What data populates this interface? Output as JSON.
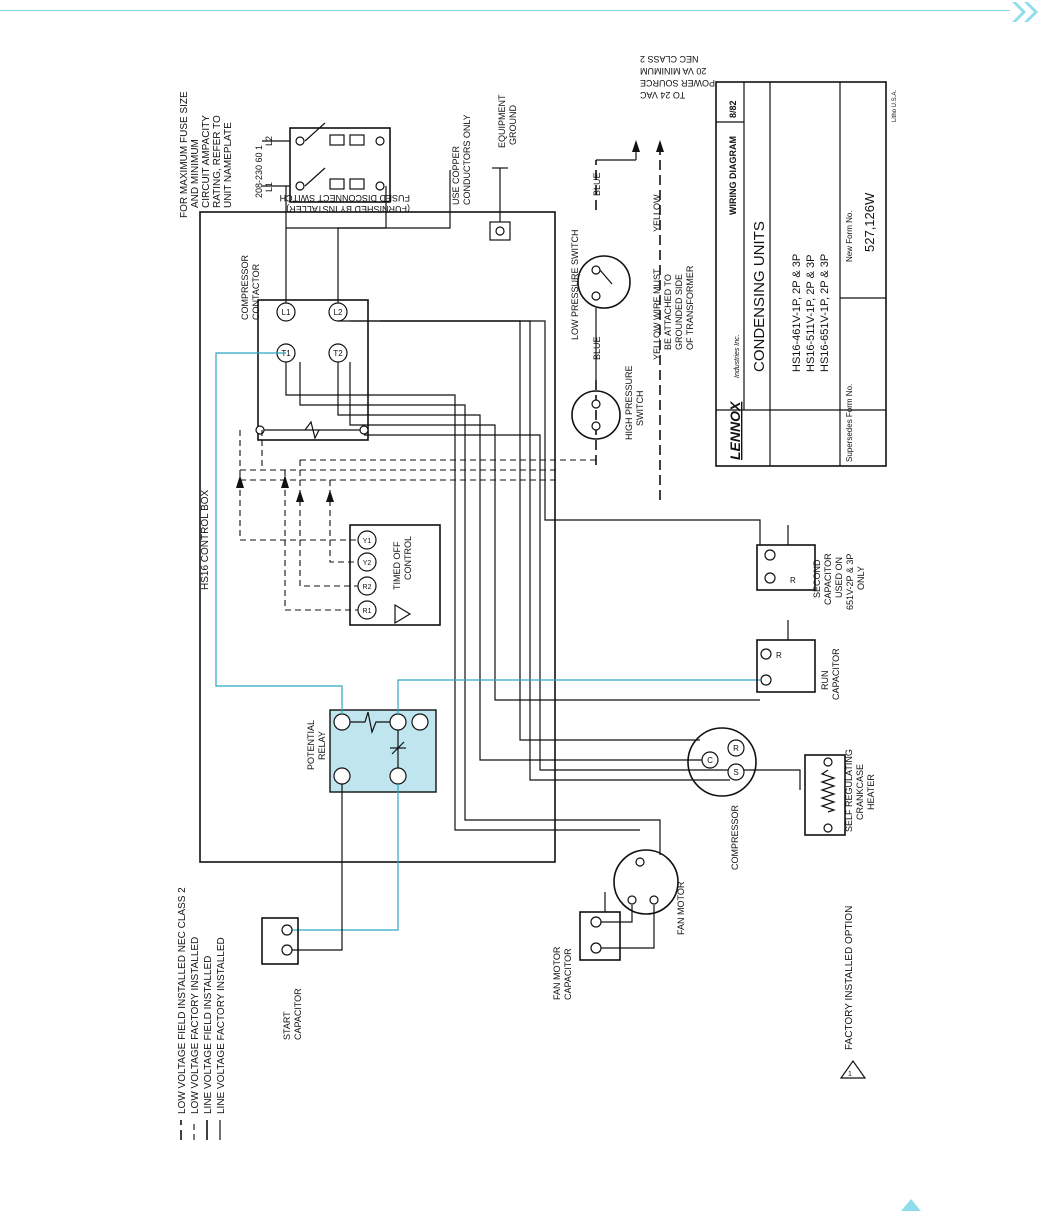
{
  "legend": {
    "items": [
      "LOW VOLTAGE FIELD INSTALLED NEC CLASS 2",
      "LOW VOLTAGE FACTORY INSTALLED",
      "LINE VOLTAGE FIELD INSTALLED",
      "LINE VOLTAGE FACTORY INSTALLED"
    ],
    "factory_option": "FACTORY INSTALLED OPTION",
    "factory_option_symbol": "1"
  },
  "labels": {
    "fuse_note_1": "FOR MAXIMUM FUSE SIZE",
    "fuse_note_2": "AND MINIMUM",
    "fuse_note_3": "CIRCUIT AMPACITY",
    "fuse_note_4": "RATING, REFER TO",
    "fuse_note_5": "UNIT NAMEPLATE",
    "supply_voltage": "208-230 60 1",
    "l1": "L1",
    "l2": "L2",
    "disconnect_1": "FUSED DISCONNECT SWITCH",
    "disconnect_2": "(FURNISHED BY INSTALLER)",
    "copper_1": "USE COPPER",
    "copper_2": "CONDUCTORS ONLY",
    "ground_1": "EQUIPMENT",
    "ground_2": "GROUND",
    "power_1": "TO 24 VAC",
    "power_2": "POWER SOURCE",
    "power_3": "20 VA MINIMUM",
    "power_4": "NEC CLASS 2",
    "blue_1": "BLUE",
    "blue_2": "BLUE",
    "yellow": "YELLOW",
    "yellow_note_1": "YELLOW WIRE MUST",
    "yellow_note_2": "BE ATTACHED TO",
    "yellow_note_3": "GROUNDED SIDE",
    "yellow_note_4": "OF TRANSFORMER",
    "low_pressure": "LOW PRESSURE SWITCH",
    "high_pressure_1": "HIGH PRESSURE",
    "high_pressure_2": "SWITCH",
    "contactor_1": "COMPRESSOR",
    "contactor_2": "CONTACTOR",
    "t1": "T1",
    "t2": "T2",
    "cl1": "L1",
    "cl2": "L2",
    "control_box": "HS16 CONTROL BOX",
    "timed_off_1": "TIMED OFF",
    "timed_off_2": "CONTROL",
    "r1": "R1",
    "r2": "R2",
    "y2": "Y2",
    "y1": "Y1",
    "potential_1": "POTENTIAL",
    "potential_2": "RELAY",
    "second_cap_1": "SECOND",
    "second_cap_2": "CAPACITOR",
    "second_cap_3": "USED ON",
    "second_cap_4": "651V-2P & 3P",
    "second_cap_5": "ONLY",
    "run_cap_1": "RUN",
    "run_cap_2": "CAPACITOR",
    "cap_r": "R",
    "comp_c": "C",
    "comp_r": "R",
    "comp_s": "S",
    "compressor": "COMPRESSOR",
    "heater_1": "SELF REGULATING",
    "heater_2": "CRANKCASE",
    "heater_3": "HEATER",
    "fan_motor": "FAN MOTOR",
    "fan_cap_1": "FAN MOTOR",
    "fan_cap_2": "CAPACITOR",
    "start_cap_1": "START",
    "start_cap_2": "CAPACITOR"
  },
  "title_block": {
    "brand": "LENNOX",
    "brand_sub": "Industries Inc.",
    "diagram_type": "WIRING DIAGRAM",
    "date": "8/82",
    "title": "CONDENSING UNITS",
    "models": [
      "HS16-461V-1P, 2P & 3P",
      "HS16-511V-1P, 2P & 3P",
      "HS16-651V-1P, 2P & 3P"
    ],
    "supersedes_label": "Supersedes Form No.",
    "new_form_label": "New Form No.",
    "form_number": "527,126W",
    "litho": "Litho U.S.A."
  },
  "colors": {
    "line": "#111111",
    "highlight_fill": "#bfe6ef",
    "highlight_wire": "#2aa8c0",
    "top_rule": "#7fd6e6"
  },
  "icons": {
    "next_page": "double-chevron-right-icon",
    "page_up": "triangle-up-icon"
  }
}
